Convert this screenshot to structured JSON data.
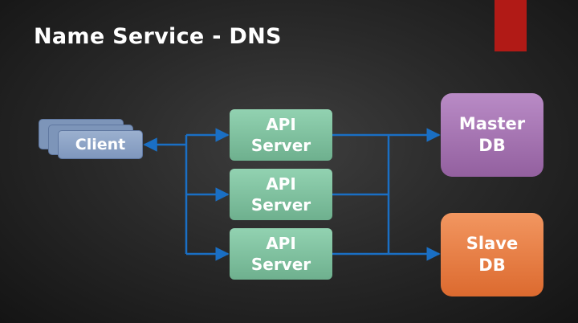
{
  "slide": {
    "title": "Name Service - DNS",
    "accent_color": "#b11a16"
  },
  "diagram": {
    "client": {
      "label": "Client"
    },
    "api_servers": [
      {
        "line1": "API",
        "line2": "Server"
      },
      {
        "line1": "API",
        "line2": "Server"
      },
      {
        "line1": "API",
        "line2": "Server"
      }
    ],
    "databases": [
      {
        "line1": "Master",
        "line2": "DB",
        "color": "#a574b3"
      },
      {
        "line1": "Slave",
        "line2": "DB",
        "color": "#e87a40"
      }
    ],
    "connector_color": "#1a6fc4"
  }
}
